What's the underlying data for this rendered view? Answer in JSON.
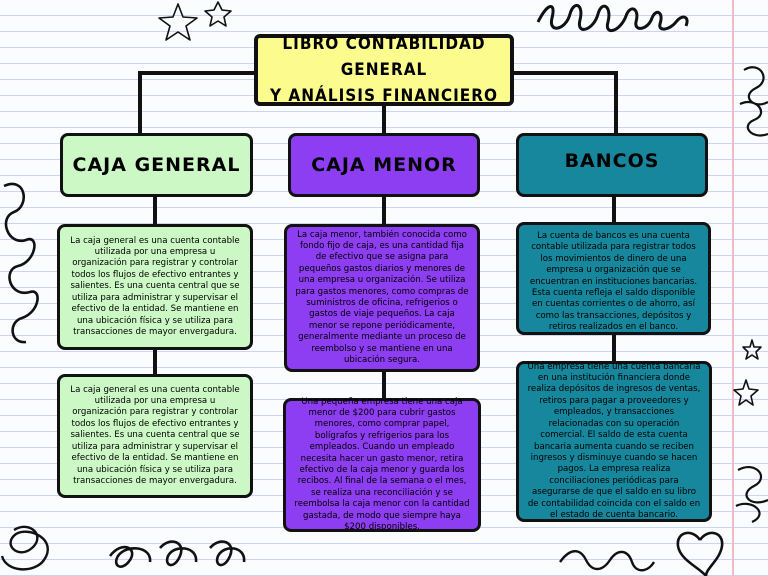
{
  "title": {
    "line1": "LIBRO CONTABILIDAD GENERAL",
    "line2": "Y ANÁLISIS FINANCIERO"
  },
  "columns": [
    {
      "header": "CAJA GENERAL",
      "color": "#ccf8c5",
      "cards": [
        "La caja general es una cuenta contable utilizada por una empresa u organización para registrar y controlar todos los flujos de efectivo entrantes y salientes. Es una cuenta central que se utiliza para administrar y supervisar el efectivo de la entidad. Se mantiene en una ubicación física y se utiliza para transacciones de mayor envergadura.",
        "La caja general es una cuenta contable utilizada por una empresa u organización para registrar y controlar todos los flujos de efectivo entrantes y salientes. Es una cuenta central que se utiliza para administrar y supervisar el efectivo de la entidad. Se mantiene en una ubicación física y se utiliza para transacciones de mayor envergadura."
      ]
    },
    {
      "header": "CAJA MENOR",
      "color": "#8d3df2",
      "cards": [
        "La caja menor, también conocida como fondo fijo de caja, es una cantidad fija de efectivo que se asigna para pequeños gastos diarios y menores de una empresa u organización. Se utiliza para gastos menores, como compras de suministros de oficina, refrigerios o gastos de viaje pequeños. La caja menor se repone periódicamente, generalmente mediante un proceso de reembolso y se mantiene en una ubicación segura.",
        "Una pequeña empresa tiene una caja menor de $200 para cubrir gastos menores, como comprar papel, bolígrafos y refrigerios para los empleados. Cuando un empleado necesita hacer un gasto menor, retira efectivo de la caja menor y guarda los recibos. Al final de la semana o el mes, se realiza una reconciliación y se reembolsa la caja menor con la cantidad gastada, de modo que siempre haya $200 disponibles."
      ]
    },
    {
      "header": "BANCOS",
      "color": "#16879c",
      "cards": [
        "La cuenta de bancos es una cuenta contable utilizada para registrar todos los movimientos de dinero de una empresa u organización que se encuentran en instituciones bancarias. Esta cuenta refleja el saldo disponible en cuentas corrientes o de ahorro, así como las transacciones, depósitos y retiros realizados en el banco.",
        "Una empresa tiene una cuenta bancaria en una institución financiera donde realiza depósitos de ingresos de ventas, retiros para pagar a proveedores y empleados, y transacciones relacionadas con su operación comercial. El saldo de esta cuenta bancaria aumenta cuando se reciben ingresos y disminuye cuando se hacen pagos. La empresa realiza conciliaciones periódicas para asegurarse de que el saldo en su libro de contabilidad coincida con el saldo en el estado de cuenta bancario."
      ]
    }
  ]
}
